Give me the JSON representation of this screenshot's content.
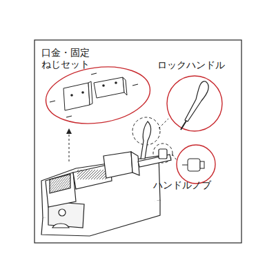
{
  "diagram": {
    "labels": [
      "口金・固定 ねじセット",
      "ロックハンドル",
      "ハンドルノブ"
    ]
  }
}
